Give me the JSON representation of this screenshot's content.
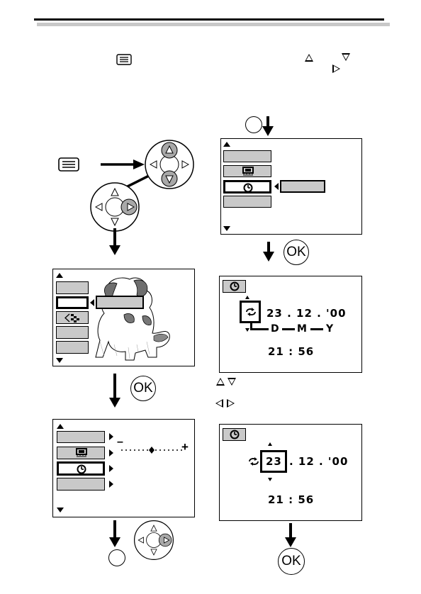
{
  "clock_screen": {
    "date": "23 . 12 . '00",
    "time": "21 : 56",
    "date_format": [
      "D",
      "M",
      "Y"
    ]
  },
  "edit_screen": {
    "day": "23",
    "date_rest": ". 12 . '00",
    "time": "21 : 56"
  },
  "slider": {
    "minus": "–",
    "plus": "+"
  },
  "buttons": {
    "ok_label": "OK"
  },
  "icons": {
    "menu": "menu-list-icon",
    "clock": "clock-icon",
    "brightness": "brightness-icon",
    "sequence": "sequence-icon",
    "up": "up-triangle-icon",
    "down": "down-triangle-icon",
    "left": "left-triangle-icon",
    "right": "right-triangle-icon"
  },
  "colors": {
    "tab_fill": "#c9c9c9",
    "pad_press": "#a8a8a8",
    "rule_shadow": "#c8c8c8"
  }
}
